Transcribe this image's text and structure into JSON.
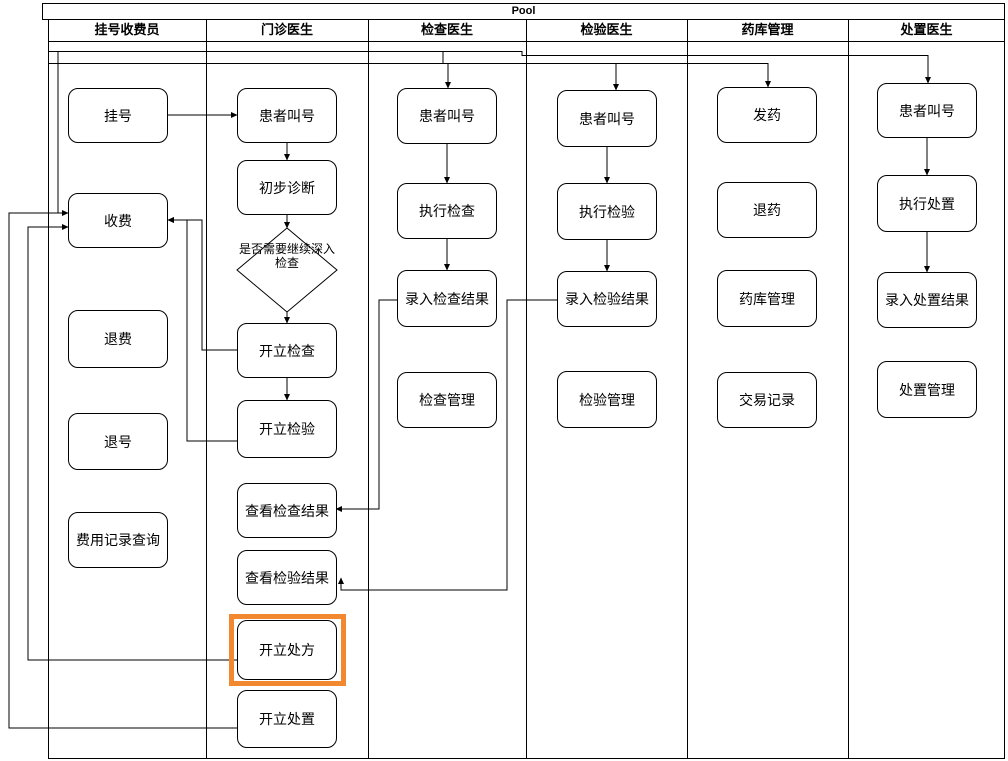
{
  "pool": {
    "title": "Pool"
  },
  "lanes": [
    {
      "label": "挂号收费员"
    },
    {
      "label": "门诊医生"
    },
    {
      "label": "检查医生"
    },
    {
      "label": "检验医生"
    },
    {
      "label": "药库管理"
    },
    {
      "label": "处置医生"
    }
  ],
  "nodes": {
    "guahao": {
      "label": "挂号"
    },
    "shoufei": {
      "label": "收费"
    },
    "tuifei": {
      "label": "退费"
    },
    "tuihao": {
      "label": "退号"
    },
    "feiyong_jilu": {
      "label": "费用记录查询"
    },
    "huanzhe_jiaohao_menzhen": {
      "label": "患者叫号"
    },
    "chubu_zhenduan": {
      "label": "初步诊断"
    },
    "decision_shenru_jiancha": {
      "label": "是否需要继续深入检查"
    },
    "kaili_jiancha": {
      "label": "开立检查"
    },
    "kaili_jianyan": {
      "label": "开立检验"
    },
    "chakan_jiancha_jieguo": {
      "label": "查看检查结果"
    },
    "chakan_jianyan_jieguo": {
      "label": "查看检验结果"
    },
    "kaili_chufang": {
      "label": "开立处方"
    },
    "kaili_chuzhi": {
      "label": "开立处置"
    },
    "huanzhe_jiaohao_jiancha": {
      "label": "患者叫号"
    },
    "zhixing_jiancha": {
      "label": "执行检查"
    },
    "luru_jiancha_jieguo": {
      "label": "录入检查结果"
    },
    "jiancha_guanli": {
      "label": "检查管理"
    },
    "huanzhe_jiaohao_jianyan": {
      "label": "患者叫号"
    },
    "zhixing_jianyan": {
      "label": "执行检验"
    },
    "luru_jianyan_jieguo": {
      "label": "录入检验结果"
    },
    "jianyan_guanli": {
      "label": "检验管理"
    },
    "fayao": {
      "label": "发药"
    },
    "tuiyao": {
      "label": "退药"
    },
    "yaoku_guanli": {
      "label": "药库管理"
    },
    "jiaoyi_jilu": {
      "label": "交易记录"
    },
    "huanzhe_jiaohao_chuzhi": {
      "label": "患者叫号"
    },
    "zhixing_chuzhi": {
      "label": "执行处置"
    },
    "luru_chuzhi_jieguo": {
      "label": "录入处置结果"
    },
    "chuzhi_guanli": {
      "label": "处置管理"
    }
  },
  "colors": {
    "highlight": "#F2882F",
    "line": "#000000",
    "shape_fill": "#FFFFFF"
  }
}
